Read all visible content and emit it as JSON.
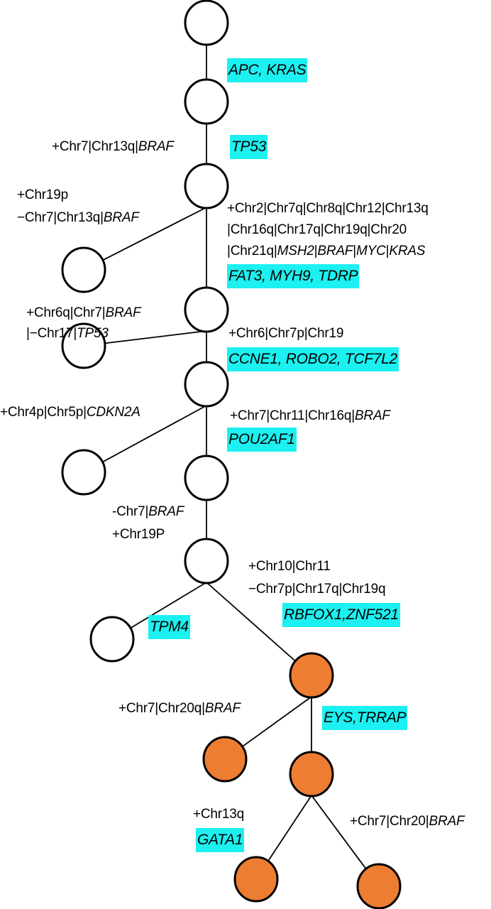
{
  "colors": {
    "node_stroke": "#000000",
    "normal_fill": "#ffffff",
    "subclone_fill": "#ED7D31",
    "gene_highlight": "#1CF0F0"
  },
  "nodes": [
    {
      "id": "n1",
      "type": "normal"
    },
    {
      "id": "n2",
      "type": "normal"
    },
    {
      "id": "n3",
      "type": "normal"
    },
    {
      "id": "n3l",
      "type": "normal"
    },
    {
      "id": "n4",
      "type": "normal"
    },
    {
      "id": "n4l",
      "type": "normal"
    },
    {
      "id": "n5",
      "type": "normal"
    },
    {
      "id": "n5l",
      "type": "normal"
    },
    {
      "id": "n6",
      "type": "normal"
    },
    {
      "id": "n7",
      "type": "normal"
    },
    {
      "id": "n7l",
      "type": "normal"
    },
    {
      "id": "o1",
      "type": "subclone"
    },
    {
      "id": "o1l",
      "type": "subclone"
    },
    {
      "id": "o2",
      "type": "subclone"
    },
    {
      "id": "o3",
      "type": "subclone"
    },
    {
      "id": "o4",
      "type": "subclone"
    }
  ],
  "edges": [
    {
      "from": "n1",
      "to": "n2"
    },
    {
      "from": "n2",
      "to": "n3"
    },
    {
      "from": "n3",
      "to": "n3l"
    },
    {
      "from": "n3",
      "to": "n4"
    },
    {
      "from": "n4",
      "to": "n4l"
    },
    {
      "from": "n4",
      "to": "n5"
    },
    {
      "from": "n5",
      "to": "n5l"
    },
    {
      "from": "n5",
      "to": "n6"
    },
    {
      "from": "n6",
      "to": "n7"
    },
    {
      "from": "n7",
      "to": "n7l"
    },
    {
      "from": "n7",
      "to": "o1"
    },
    {
      "from": "o1",
      "to": "o1l"
    },
    {
      "from": "o1",
      "to": "o2"
    },
    {
      "from": "o2",
      "to": "o3"
    },
    {
      "from": "o2",
      "to": "o4"
    }
  ],
  "labels": {
    "e12_genes": "APC, KRAS",
    "e23_cna": [
      "+Chr7|Chr13q|",
      "BRAF"
    ],
    "e23_genes": "TP53",
    "e3l_cna_1": "+Chr19p",
    "e3l_cna_2": [
      "−Chr7|Chr13q|",
      "BRAF"
    ],
    "e34_cna_1": "+Chr2|Chr7q|Chr8q|Chr12|Chr13q",
    "e34_cna_2": "|Chr16q|Chr17q|Chr19q|Chr20",
    "e34_cna_3": [
      "|Chr21q|",
      "MSH2",
      "|",
      "BRAF",
      "|",
      "MYC",
      "|",
      "KRAS"
    ],
    "e34_genes": "FAT3, MYH9, TDRP",
    "e4l_cna_1": [
      "+Chr6q|Chr7|",
      "BRAF"
    ],
    "e4l_cna_2": [
      "|−Chr17|",
      "TP53"
    ],
    "e45_cna": "+Chr6|Chr7p|Chr19",
    "e45_genes": "CCNE1, ROBO2, TCF7L2",
    "e5l_cna": [
      "+Chr4p|Chr5p|",
      "CDKN2A"
    ],
    "e56_cna": [
      "+Chr7|Chr11|Chr16q|",
      "BRAF"
    ],
    "e56_genes": "POU2AF1",
    "e67_cna_1": [
      "-Chr7|",
      "BRAF"
    ],
    "e67_cna_2": "+Chr19P",
    "e7l_genes": "TPM4",
    "e7o_cna_1": "+Chr10|Chr11",
    "e7o_cna_2": "−Chr7p|Chr17q|Chr19q",
    "e7o_genes": "RBFOX1,ZNF521",
    "eo1l_cna": [
      "+Chr7|Chr20q|",
      "BRAF"
    ],
    "eo12_genes": "EYS,TRRAP",
    "eo23_cna": "+Chr13q",
    "eo23_genes": "GATA1",
    "eo24_cna": [
      "+Chr7|Chr20|",
      "BRAF"
    ]
  }
}
